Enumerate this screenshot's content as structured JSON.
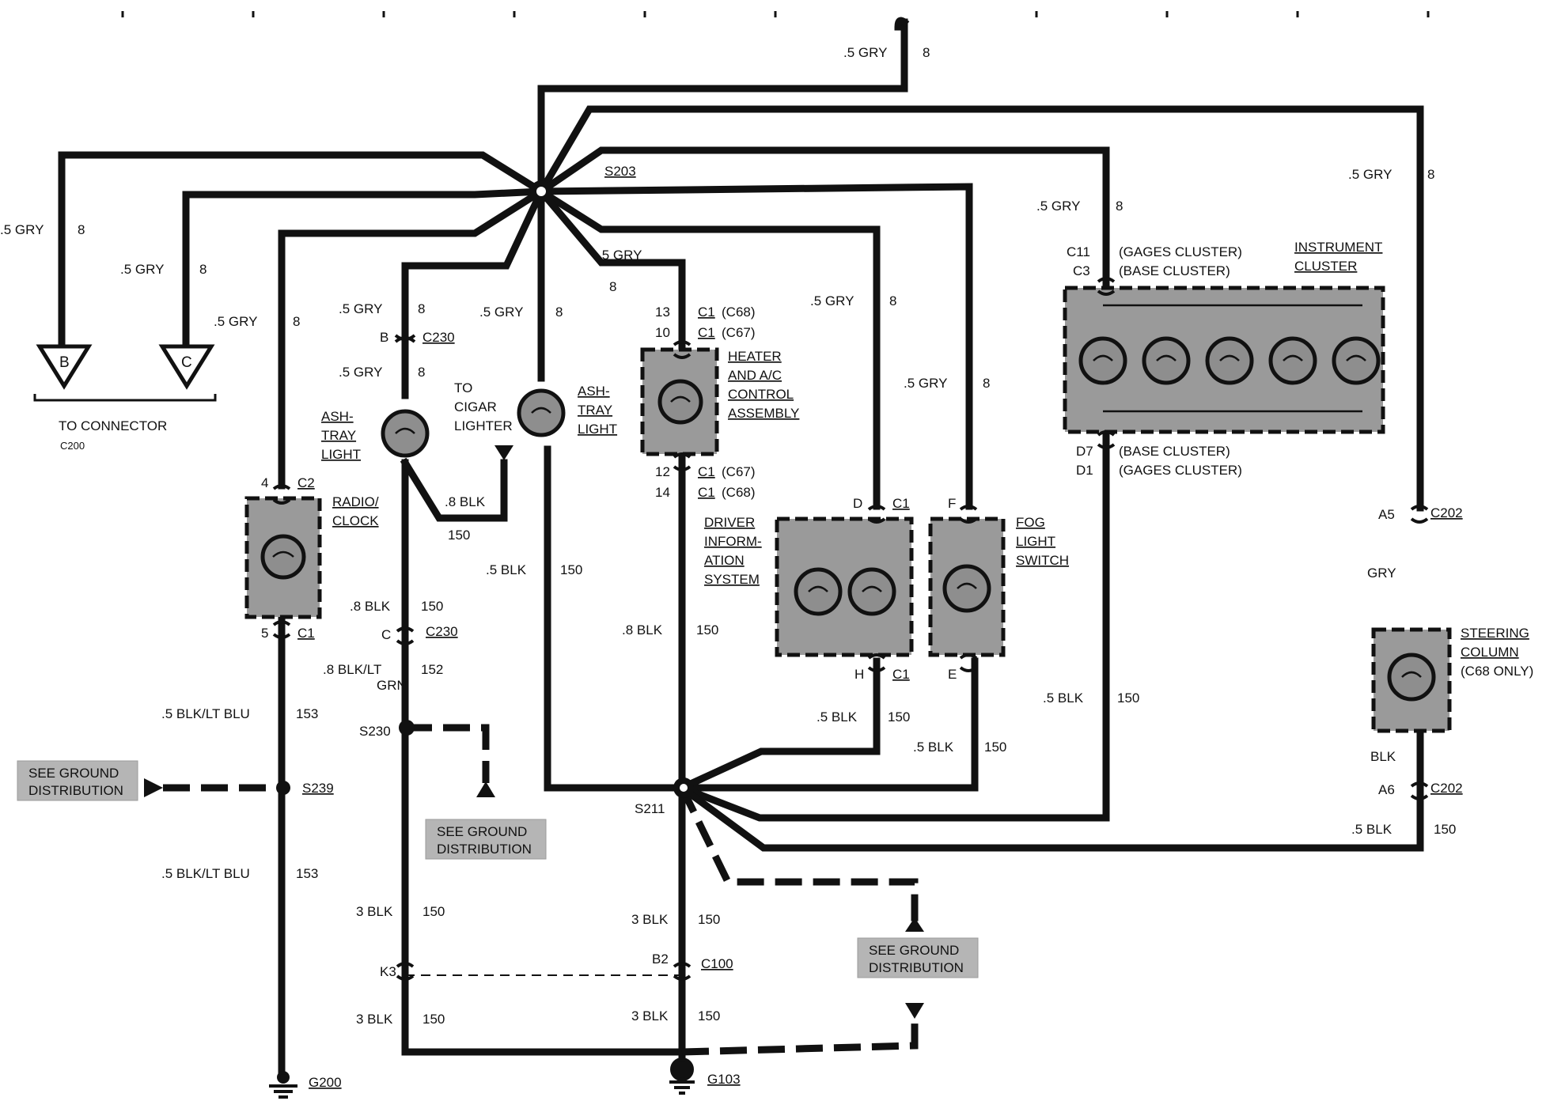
{
  "wire_gray": ".5 GRY",
  "wire_gray_circuit": "8",
  "wire_gray_b": "GRY",
  "wire_blk_05": ".5 BLK",
  "wire_blk_08": ".8 BLK",
  "wire_blk_3": "3 BLK",
  "wire_blk_circuit": "150",
  "wire_blk_ltblu": ".5 BLK/LT BLU",
  "wire_blk_ltblu_circuit": "153",
  "wire_blk_ltgrn_1": ".8 BLK/LT",
  "wire_blk_ltgrn_2": "GRN",
  "wire_blk_ltgrn_circuit": "152",
  "wire_blk_plain": "BLK",
  "splices": {
    "s203": "S203",
    "s211": "S211",
    "s230": "S230",
    "s239": "S239"
  },
  "grounds": {
    "g200": "G200",
    "g103": "G103"
  },
  "connectors": {
    "c230": "C230",
    "c2": "C2",
    "c1": "C1",
    "c100": "C100",
    "c202": "C202",
    "c68": "(C68)",
    "c67": "(C67)",
    "c200": "C200"
  },
  "pins": {
    "b": "B",
    "c": "C",
    "p4": "4",
    "p5": "5",
    "p13": "13",
    "p10": "10",
    "p12": "12",
    "p14": "14",
    "d": "D",
    "h": "H",
    "f": "F",
    "e": "E",
    "c11": "C11",
    "c3": "C3",
    "d7": "D7",
    "d1": "D1",
    "a5": "A5",
    "a6": "A6",
    "k3": "K3",
    "b2": "B2"
  },
  "to_connector": {
    "label": "TO CONNECTOR",
    "ref": "C200",
    "tri_b": "B",
    "tri_c": "C"
  },
  "components": {
    "ashtray1": [
      "ASH-",
      "TRAY",
      "LIGHT"
    ],
    "ashtray2": [
      "ASH-",
      "TRAY",
      "LIGHT"
    ],
    "cigar": [
      "TO",
      "CIGAR",
      "LIGHTER"
    ],
    "heater": [
      "HEATER",
      "AND A/C",
      "CONTROL",
      "ASSEMBLY"
    ],
    "radio": [
      "RADIO/",
      "CLOCK"
    ],
    "dis": [
      "DRIVER",
      "INFORM-",
      "ATION",
      "SYSTEM"
    ],
    "fog": [
      "FOG",
      "LIGHT",
      "SWITCH"
    ],
    "cluster": [
      "INSTRUMENT",
      "CLUSTER"
    ],
    "steering": [
      "STEERING",
      "COLUMN",
      "(C68 ONLY)"
    ]
  },
  "cluster_notes": {
    "gages": "(GAGES CLUSTER)",
    "base": "(BASE CLUSTER)"
  },
  "see_ground": [
    "SEE GROUND",
    "DISTRIBUTION"
  ]
}
